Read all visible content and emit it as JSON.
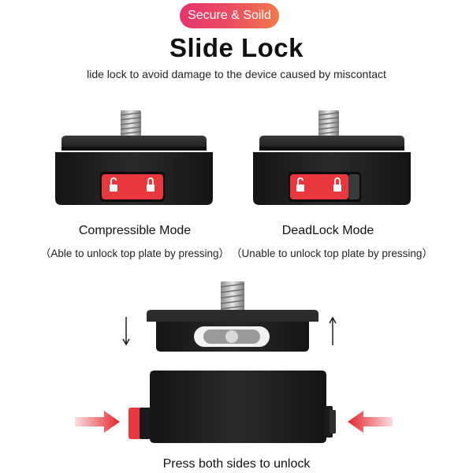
{
  "badge": {
    "label": "Secure & Soild"
  },
  "header": {
    "title": "Slide Lock",
    "subtitle": "lide lock to avoid damage to the device caused by miscontact"
  },
  "modes": [
    {
      "name": "Compressible Mode",
      "description": "（Able to unlock top plate by pressing）"
    },
    {
      "name": "DeadLock Mode",
      "description": "（Unable to unlock top plate by pressing）"
    }
  ],
  "footer": {
    "caption": "Press both sides to unlock"
  },
  "colors": {
    "badge_start": "#e6346f",
    "badge_end": "#f07a4a",
    "lock_red": "#e8383d",
    "arrow_red": "#e3262d",
    "body_black": "#1c1c1e"
  },
  "icons": [
    "unlocked-padlock-icon",
    "locked-padlock-icon",
    "press-arrow-icon",
    "down-arrow-icon",
    "up-arrow-icon"
  ]
}
